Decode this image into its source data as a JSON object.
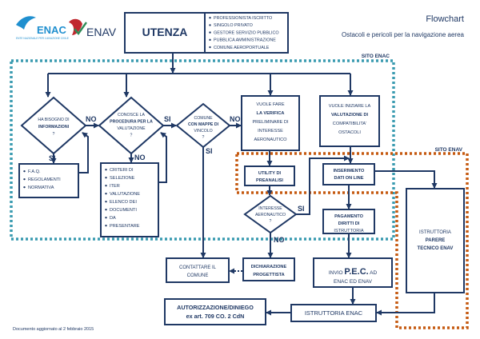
{
  "header": {
    "enac_logo": "ENAC",
    "enac_logo_tagline": "ENTE NAZIONALE PER L'AVIAZIONE CIVILE",
    "enav_logo": "ENAV",
    "title": "Flowchart",
    "subtitle": "Ostacoli e pericoli per la navigazione aerea"
  },
  "utenza": {
    "label": "UTENZA",
    "bullets": [
      "PROFESSIONISTA ISCRITTO",
      "SINGOLO PRIVATO",
      "GESTORE SERVIZIO PUBBLICO",
      "PUBBLICA AMMINISTRAZIONE",
      "COMUNE AEROPORTUALE"
    ]
  },
  "zones": {
    "sito_enac": "SITO ENAC",
    "sito_enav": "SITO ENAV"
  },
  "decisions": {
    "d1": {
      "lines": [
        "HA BISOGNO DI",
        "INFORMAZIONI",
        "?"
      ]
    },
    "d2": {
      "lines": [
        "CONOSCE LA",
        "PROCEDURA PER LA",
        "VALUTAZIONE",
        "?"
      ]
    },
    "d3": {
      "lines": [
        "COMUNE",
        "CON MAPPE DI",
        "VINCOLO",
        "?"
      ]
    },
    "d4": {
      "lines": [
        "INTERESSE",
        "AERONAUTICO",
        "?"
      ]
    }
  },
  "answers": {
    "si": "SI",
    "no": "NO"
  },
  "boxes": {
    "faq": [
      "F.A.Q.",
      "REGOLAMENTI",
      "NORMATIVA"
    ],
    "criteri": [
      "CRITERI DI",
      "SELEZIONE",
      "ITER",
      "VALUTAZIONE",
      "ELENCO DEI",
      "DOCUMENTI",
      "DA",
      "PRESENTARE"
    ],
    "verifica": [
      "VUOLE FARE",
      "LA VERIFICA",
      "PRELIMINARE DI",
      "INTERESSE",
      "AERONAUTICO"
    ],
    "valutazione": [
      "VUOLE INIZIARE LA",
      "VALUTAZIONE DI",
      "COMPATIBILITA'",
      "OSTACOLI"
    ],
    "utility": [
      "UTILITY DI",
      "PREANALISI"
    ],
    "inserimento": [
      "INSERIMENTO",
      "DATI ON LINE"
    ],
    "pagamento": [
      "PAGAMENTO",
      "DIRITTI DI",
      "ISTRUTTORIA"
    ],
    "istruttoria_enav": [
      "ISTRUTTORIA",
      "PARERE",
      "TECNICO ENAV"
    ],
    "contattare": [
      "CONTATTARE IL",
      "COMUNE"
    ],
    "dichiarazione": [
      "DICHIARAZIONE",
      "PROGETTISTA"
    ],
    "pec": {
      "pre": "INVIO",
      "big": "P.E.C.",
      "post": "AD",
      "line2": "ENAC ED ENAV"
    },
    "autorizzazione": [
      "AUTORIZZAZIONE/DINIEGO",
      "ex art. 709 CO. 2 CdN"
    ],
    "istruttoria_enac": [
      "ISTRUTTORIA ENAC"
    ]
  },
  "footer": "Documento aggiornato al 2 febbraio 2015",
  "colors": {
    "navy": "#1f3864",
    "teal": "#3a9bb0",
    "orange": "#c55a11",
    "enac_blue": "#1f8fcf",
    "enav_red": "#c0282f"
  }
}
